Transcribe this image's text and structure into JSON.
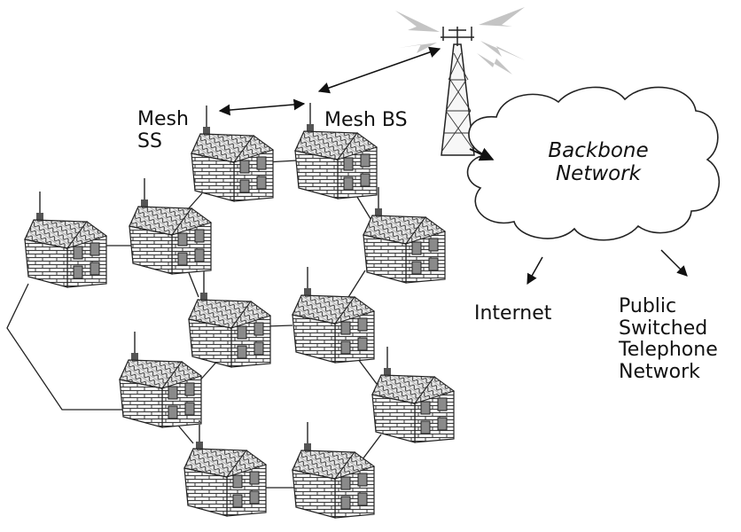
{
  "labels": {
    "mesh_ss": "Mesh\nSS",
    "mesh_bs": "Mesh BS",
    "backbone": "Backbone\nNetwork",
    "internet": "Internet",
    "pstn": "Public\nSwitched\nTelephone\nNetwork"
  },
  "colors": {
    "brick_fill": "#f3f3f3",
    "mortar": "#3a3a3a",
    "roof_fill": "#e6e6e6",
    "window": "#8a8a8a",
    "antenna": "#555555",
    "line": "#222222",
    "signal": "#c4c4c4"
  },
  "houses": [
    {
      "id": "h-ss"
    },
    {
      "id": "h-bs"
    },
    {
      "id": "h-left"
    },
    {
      "id": "h-mid-left"
    },
    {
      "id": "h-right-top"
    },
    {
      "id": "h-center-left"
    },
    {
      "id": "h-center-right"
    },
    {
      "id": "h-lower-left"
    },
    {
      "id": "h-lower-right"
    },
    {
      "id": "h-bottom-left"
    },
    {
      "id": "h-bottom-right"
    }
  ]
}
